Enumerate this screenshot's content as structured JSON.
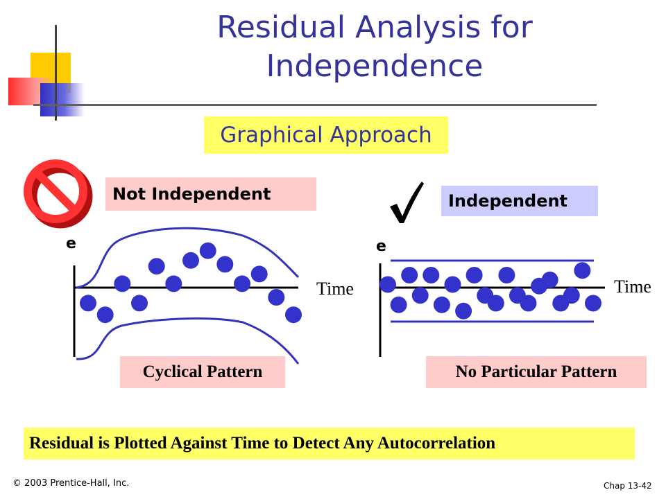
{
  "title": "Residual Analysis for Independence",
  "subtitle": "Graphical Approach",
  "left_panel": {
    "status_label": "Not Independent",
    "status_icon": "prohibited-icon",
    "caption": "Cyclical Pattern"
  },
  "right_panel": {
    "status_label": "Independent",
    "status_icon": "checkmark-icon",
    "caption": "No Particular Pattern"
  },
  "footer_statement": "Residual is Plotted Against Time to Detect Any Autocorrelation",
  "copyright": "© 2003 Prentice-Hall, Inc.",
  "slide_ref": "Chap 13-42",
  "colors": {
    "title": "#33339a",
    "points": "#3333cc",
    "envelope": "#3333bb",
    "highlight_yellow": "#ffff66",
    "highlight_pink": "#ffcccc",
    "highlight_lavender": "#ccccff",
    "prohibited_red": "#ff3333"
  },
  "chart_data": [
    {
      "type": "scatter",
      "title": "",
      "xlabel": "Time",
      "ylabel": "e",
      "pattern": "cyclical",
      "points": [
        [
          1,
          -0.4
        ],
        [
          2,
          -0.7
        ],
        [
          3,
          0.1
        ],
        [
          4,
          -0.4
        ],
        [
          5,
          0.55
        ],
        [
          6,
          0.1
        ],
        [
          7,
          0.7
        ],
        [
          8,
          0.95
        ],
        [
          9,
          0.6
        ],
        [
          10,
          0.1
        ],
        [
          11,
          0.35
        ],
        [
          12,
          -0.25
        ],
        [
          13,
          -0.7
        ]
      ]
    },
    {
      "type": "scatter",
      "title": "",
      "xlabel": "Time",
      "ylabel": "e",
      "pattern": "none",
      "points": [
        [
          1,
          0.1
        ],
        [
          2,
          -0.55
        ],
        [
          3,
          0.4
        ],
        [
          4,
          -0.25
        ],
        [
          5,
          0.4
        ],
        [
          6,
          -0.55
        ],
        [
          7,
          0.1
        ],
        [
          8,
          -0.75
        ],
        [
          9,
          0.4
        ],
        [
          10,
          -0.25
        ],
        [
          11,
          -0.5
        ],
        [
          12,
          0.4
        ],
        [
          13,
          -0.25
        ],
        [
          14,
          -0.5
        ],
        [
          15,
          0.05
        ],
        [
          16,
          0.25
        ],
        [
          17,
          -0.5
        ],
        [
          18,
          -0.25
        ],
        [
          19,
          0.55
        ],
        [
          20,
          -0.5
        ]
      ]
    }
  ]
}
